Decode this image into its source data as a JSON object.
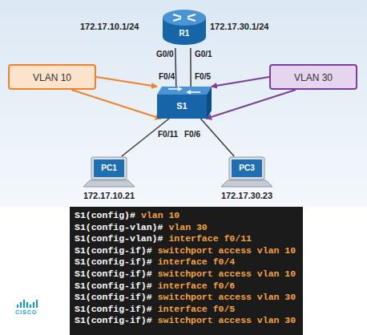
{
  "diagram": {
    "nodes": [
      {
        "text": [
          "R1"
        ]
      },
      {
        "text": [
          "VLAN 10"
        ]
      },
      {
        "text": [
          "VLAN 30"
        ]
      },
      {
        "text": [
          "S1"
        ]
      },
      {
        "text": [
          "PC1",
          "172.17.10.21"
        ]
      },
      {
        "text": [
          "PC3",
          "172.17.30.23"
        ]
      }
    ],
    "edges": [
      {
        "from": 0,
        "to": 3,
        "arrow": "none"
      },
      {
        "from": 0,
        "to": 3,
        "arrow": "none"
      },
      {
        "from": 1,
        "to": 3,
        "arrow": "to"
      },
      {
        "from": 1,
        "to": 3,
        "arrow": "to"
      },
      {
        "from": 2,
        "to": 3,
        "arrow": "to"
      },
      {
        "from": 2,
        "to": 3,
        "arrow": "to"
      },
      {
        "from": 3,
        "to": 4,
        "arrow": "none"
      },
      {
        "from": 3,
        "to": 5,
        "arrow": "none"
      }
    ],
    "labels": [
      "172.17.10.1/24",
      "172.17.30.1/24",
      "G0/0",
      "G0/1",
      "F0/4",
      "F0/5",
      "F0/11",
      "F0/6",
      "S1(config)#",
      "vlan 10",
      "S1(config-vlan)#",
      "vlan 30",
      "S1(config-vlan)#",
      "interface f0/11",
      "S1(config-if)#",
      "switchport access vlan 10",
      "S1(config-if)#",
      "interface f0/4",
      "S1(config-if)#",
      "switchport access vlan 10",
      "S1(config-if)#",
      "interface f0/6",
      "S1(config-if)#",
      "switchport access vlan 30",
      "S1(config-if)#",
      "interface f0/5",
      "S1(config-if)#",
      "switchport access vlan 30",
      "CISCO"
    ]
  }
}
